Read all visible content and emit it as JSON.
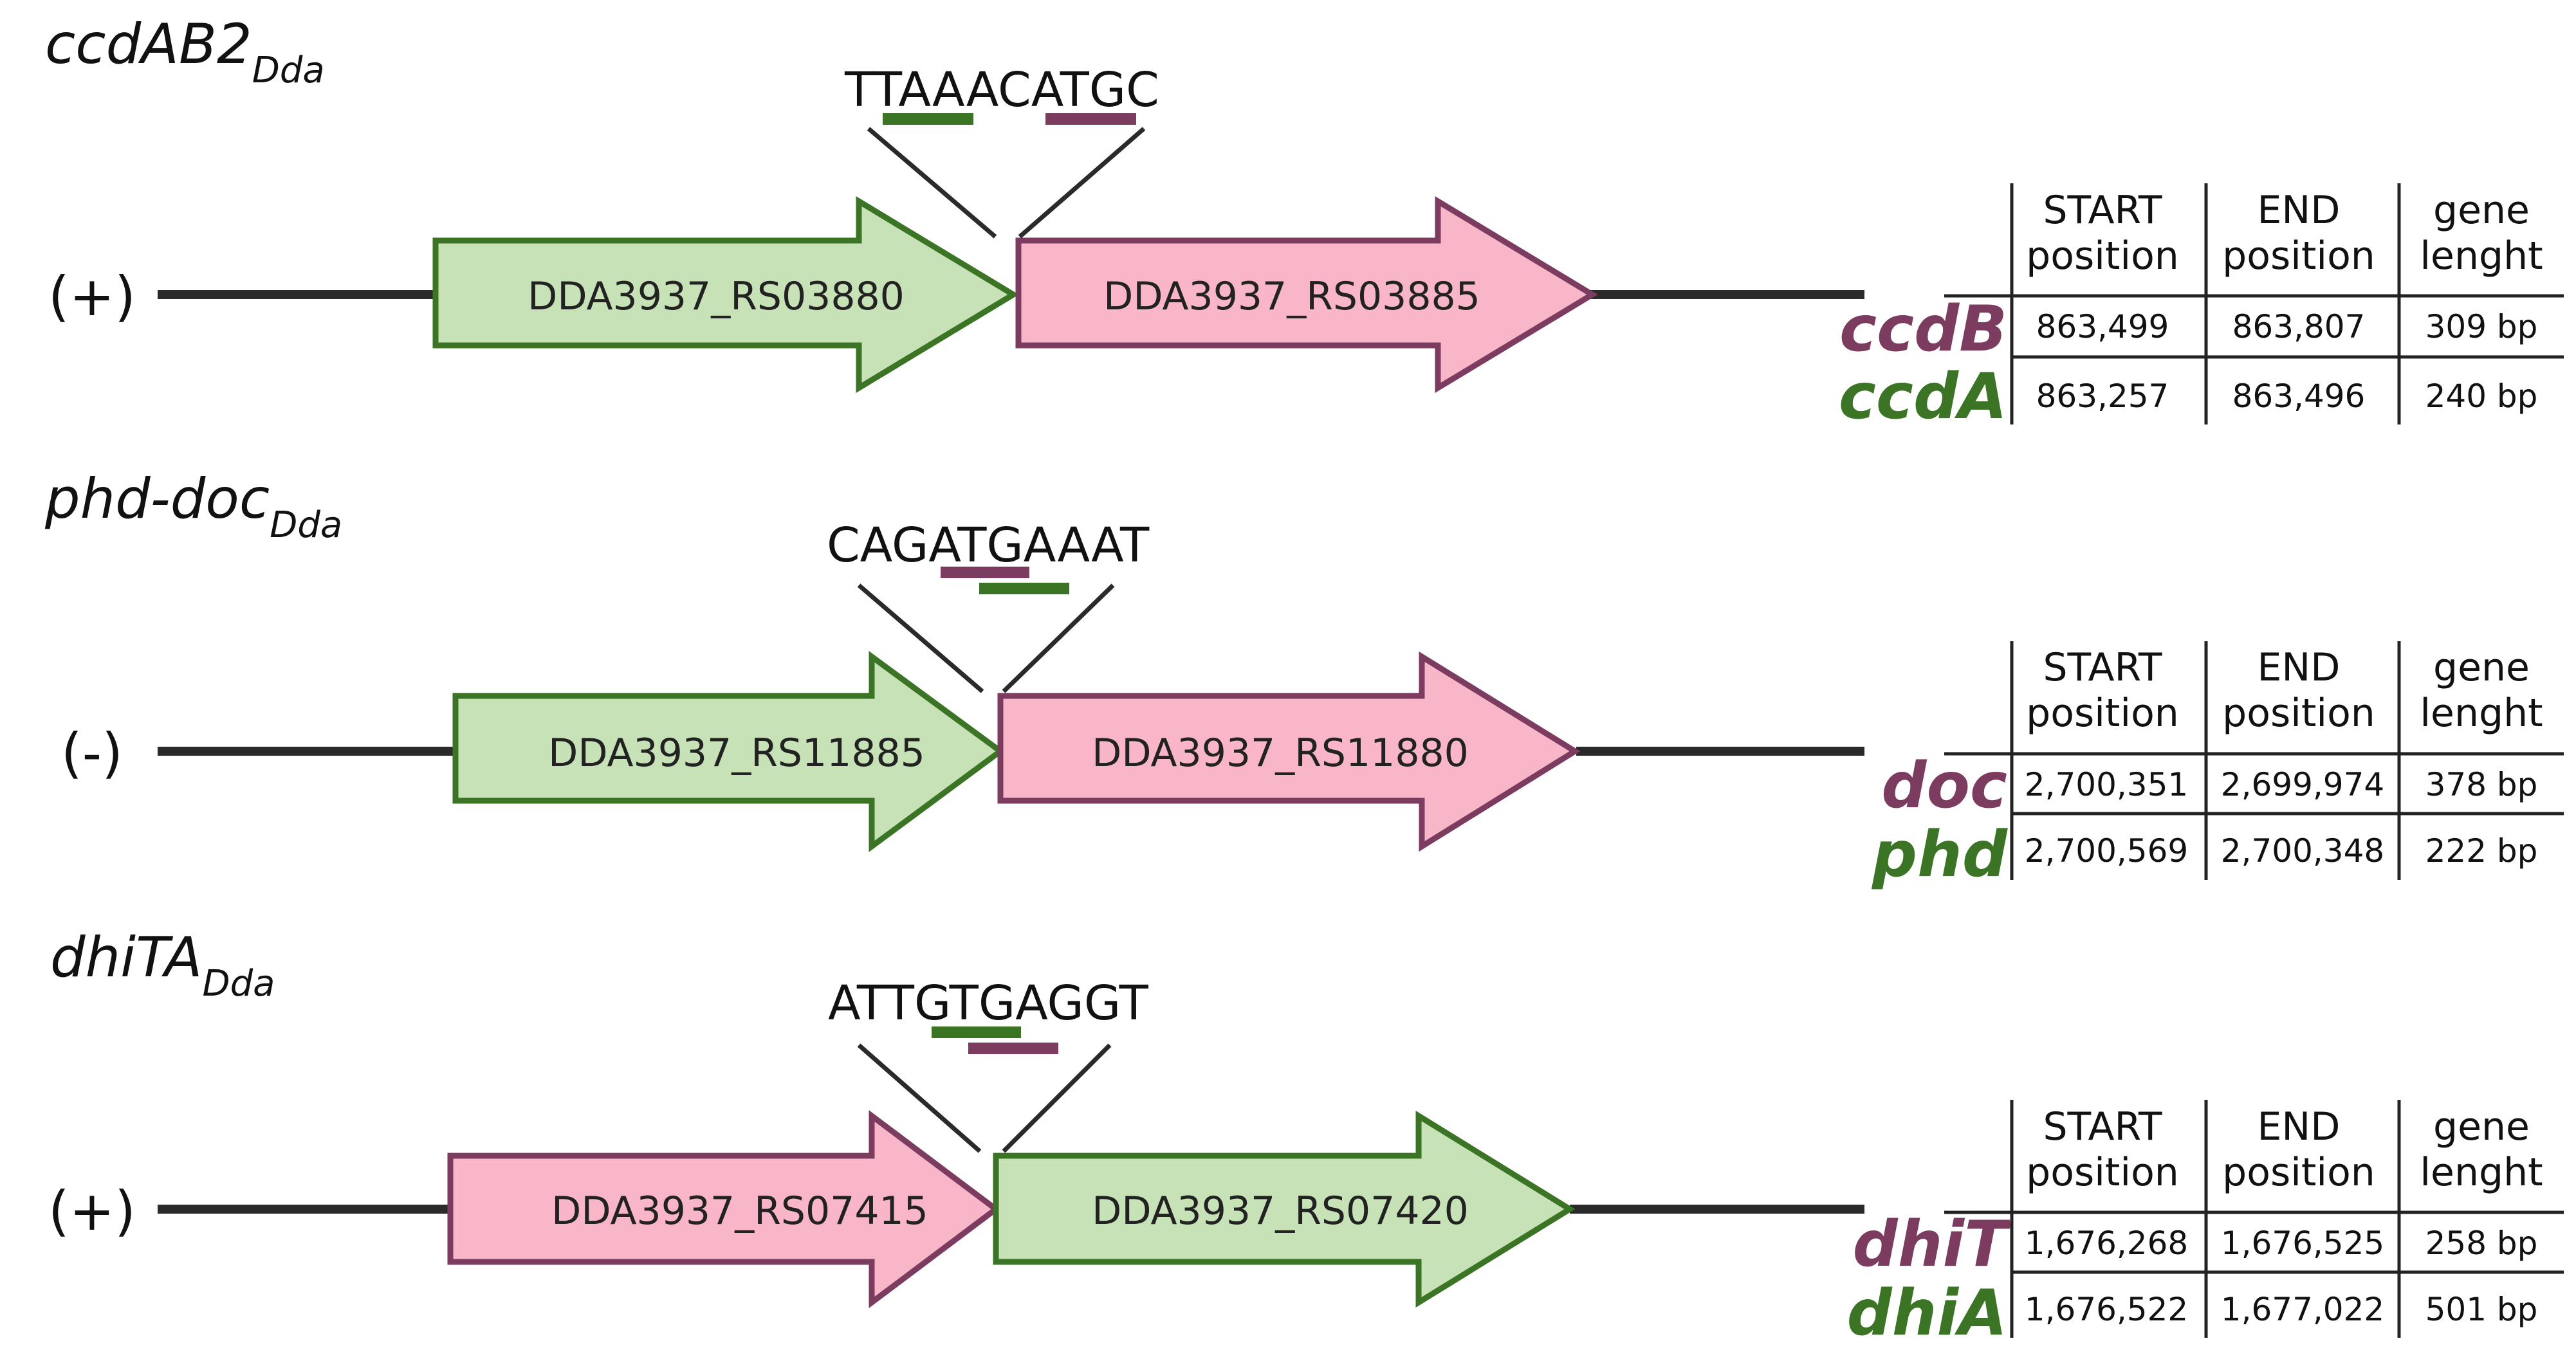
{
  "colors": {
    "toxin_fill": "#f8b6c8",
    "toxin_stroke": "#7b3c5f",
    "toxin_text": "#7b3c5f",
    "antitoxin_fill": "#c6e2b6",
    "antitoxin_stroke": "#3a7424",
    "antitoxin_text": "#3a7424",
    "line": "#2a2a2a"
  },
  "table_headers": {
    "start": [
      "START",
      "position"
    ],
    "end": [
      "END",
      "position"
    ],
    "length": [
      "gene",
      "lenght"
    ]
  },
  "systems": [
    {
      "title_main": "ccdAB2",
      "title_sub": "Dda",
      "strand": "(+)",
      "sequence": "TTAAACATGC",
      "genes": [
        {
          "locus": "DDA3937_RS03880",
          "role": "antitoxin"
        },
        {
          "locus": "DDA3937_RS03885",
          "role": "toxin"
        }
      ],
      "rows": [
        {
          "gene": "ccdB",
          "role": "toxin",
          "start": "863,499",
          "end": "863,807",
          "length": "309 bp"
        },
        {
          "gene": "ccdA",
          "role": "antitoxin",
          "start": "863,257",
          "end": "863,496",
          "length": "240 bp"
        }
      ]
    },
    {
      "title_main": "phd-doc",
      "title_sub": "Dda",
      "strand": "(-)",
      "sequence": "CAGATGAAAT",
      "genes": [
        {
          "locus": "DDA3937_RS11885",
          "role": "antitoxin"
        },
        {
          "locus": "DDA3937_RS11880",
          "role": "toxin"
        }
      ],
      "rows": [
        {
          "gene": "doc",
          "role": "toxin",
          "start": "2,700,351",
          "end": "2,699,974",
          "length": "378 bp"
        },
        {
          "gene": "phd",
          "role": "antitoxin",
          "start": "2,700,569",
          "end": "2,700,348",
          "length": "222 bp"
        }
      ]
    },
    {
      "title_main": "dhiTA",
      "title_sub": "Dda",
      "strand": "(+)",
      "sequence": "ATTGTGAGGT",
      "genes": [
        {
          "locus": "DDA3937_RS07415",
          "role": "toxin"
        },
        {
          "locus": "DDA3937_RS07420",
          "role": "antitoxin"
        }
      ],
      "rows": [
        {
          "gene": "dhiT",
          "role": "toxin",
          "start": "1,676,268",
          "end": "1,676,525",
          "length": "258 bp"
        },
        {
          "gene": "dhiA",
          "role": "antitoxin",
          "start": "1,676,522",
          "end": "1,677,022",
          "length": "501 bp"
        }
      ]
    }
  ]
}
